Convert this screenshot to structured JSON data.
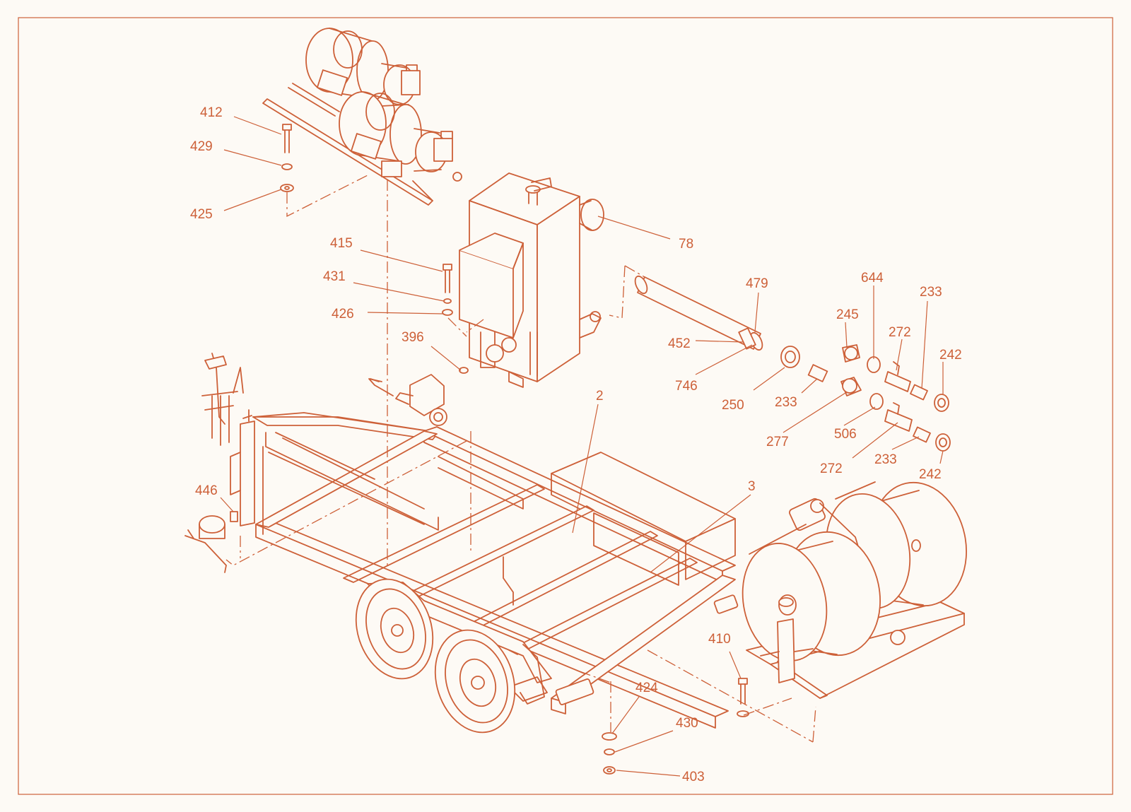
{
  "diagram": {
    "accent_color": "#cd6038",
    "background_color": "#fdfaf5",
    "callouts": [
      {
        "id": "c412",
        "text": "412"
      },
      {
        "id": "c429",
        "text": "429"
      },
      {
        "id": "c425",
        "text": "425"
      },
      {
        "id": "c78",
        "text": "78"
      },
      {
        "id": "c415",
        "text": "415"
      },
      {
        "id": "c431",
        "text": "431"
      },
      {
        "id": "c426",
        "text": "426"
      },
      {
        "id": "c396",
        "text": "396"
      },
      {
        "id": "c479",
        "text": "479"
      },
      {
        "id": "c452",
        "text": "452"
      },
      {
        "id": "c746",
        "text": "746"
      },
      {
        "id": "c644",
        "text": "644"
      },
      {
        "id": "c233a",
        "text": "233"
      },
      {
        "id": "c245",
        "text": "245"
      },
      {
        "id": "c272a",
        "text": "272"
      },
      {
        "id": "c242a",
        "text": "242"
      },
      {
        "id": "c250",
        "text": "250"
      },
      {
        "id": "c233b",
        "text": "233"
      },
      {
        "id": "c277",
        "text": "277"
      },
      {
        "id": "c506",
        "text": "506"
      },
      {
        "id": "c233c",
        "text": "233"
      },
      {
        "id": "c272b",
        "text": "272"
      },
      {
        "id": "c242b",
        "text": "242"
      },
      {
        "id": "c2",
        "text": "2"
      },
      {
        "id": "c3",
        "text": "3"
      },
      {
        "id": "c446",
        "text": "446"
      },
      {
        "id": "c410",
        "text": "410"
      },
      {
        "id": "c424",
        "text": "424"
      },
      {
        "id": "c430",
        "text": "430"
      },
      {
        "id": "c403",
        "text": "403"
      }
    ]
  }
}
